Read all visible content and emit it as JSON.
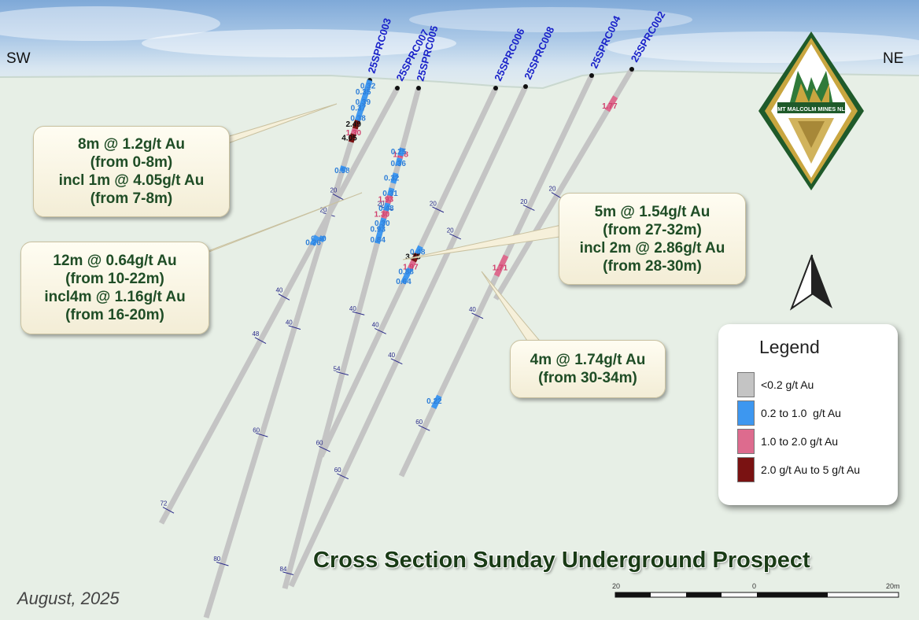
{
  "title": "Cross Section Sunday Underground Prospect",
  "date": "August, 2025",
  "directions": {
    "left": "SW",
    "right": "NE"
  },
  "logo": {
    "text": "MT MALCOLM MINES NL",
    "colors": [
      "#1f5a2a",
      "#c9a640"
    ]
  },
  "legend": {
    "title": "Legend",
    "items": [
      {
        "label": "<0.2 g/t Au",
        "color": "#c4c4c4"
      },
      {
        "label": "0.2 to 1.0  g/t Au",
        "color": "#3d97f0"
      },
      {
        "label": "1.0 to 2.0 g/t Au",
        "color": "#dd6b8e"
      },
      {
        "label": "2.0 g/t Au to 5 g/t Au",
        "color": "#7a1212"
      }
    ]
  },
  "callouts": [
    {
      "id": "c1",
      "lines": [
        "8m @ 1.2g/t Au",
        "(from 0-8m)",
        "incl 1m @ 4.05g/t Au",
        "(from 7-8m)"
      ]
    },
    {
      "id": "c2",
      "lines": [
        "12m @ 0.64g/t Au",
        "(from 10-22m)",
        "incl4m @ 1.16g/t Au",
        "(from 16-20m)"
      ]
    },
    {
      "id": "c3",
      "lines": [
        "5m @ 1.54g/t Au",
        "(from 27-32m)",
        "incl 2m @ 2.86g/t Au",
        "(from 28-30m)"
      ]
    },
    {
      "id": "c4",
      "lines": [
        "4m @ 1.74g/t Au",
        "(from 30-34m)"
      ]
    }
  ],
  "scale_bar": {
    "labels": [
      "20",
      "0",
      "20m"
    ]
  },
  "holes": [
    {
      "name": "25SPRC003",
      "ticks": [
        "20",
        "40",
        "60",
        "80"
      ],
      "assays": [
        {
          "value": "0.32",
          "grade": "blue"
        },
        {
          "value": "0.35",
          "grade": "blue"
        },
        {
          "value": "0.39",
          "grade": "blue"
        },
        {
          "value": "0.37",
          "grade": "blue"
        },
        {
          "value": "0.38",
          "grade": "blue"
        },
        {
          "value": "2.49",
          "grade": "dark"
        },
        {
          "value": "1.30",
          "grade": "pink"
        },
        {
          "value": "4.05",
          "grade": "dark"
        },
        {
          "value": "0.58",
          "grade": "blue"
        },
        {
          "value": "0.50",
          "grade": "blue"
        }
      ]
    },
    {
      "name": "25SPRC007",
      "ticks": [
        "20",
        "40",
        "48",
        "72"
      ],
      "assays": [
        {
          "value": "0.26",
          "grade": "blue"
        }
      ]
    },
    {
      "name": "25SPRC005",
      "ticks": [
        "20",
        "40",
        "54",
        "84"
      ],
      "assays": [
        {
          "value": "1.98",
          "grade": "pink"
        },
        {
          "value": "0.25",
          "grade": "blue"
        },
        {
          "value": "0.36",
          "grade": "blue"
        },
        {
          "value": "0.32",
          "grade": "blue"
        },
        {
          "value": "0.31",
          "grade": "blue"
        },
        {
          "value": "1.93",
          "grade": "pink"
        },
        {
          "value": "0.48",
          "grade": "blue"
        },
        {
          "value": "1.30",
          "grade": "pink"
        },
        {
          "value": "0.30",
          "grade": "blue"
        },
        {
          "value": "0.93",
          "grade": "blue"
        },
        {
          "value": "0.84",
          "grade": "blue"
        }
      ]
    },
    {
      "name": "25SPRC006",
      "ticks": [
        "20",
        "40",
        "60"
      ],
      "assays": [
        {
          "value": "0.48",
          "grade": "blue"
        },
        {
          "value": "3.75",
          "grade": "dark"
        },
        {
          "value": "1.97",
          "grade": "pink"
        },
        {
          "value": "0.88",
          "grade": "blue"
        },
        {
          "value": "0.64",
          "grade": "blue"
        }
      ]
    },
    {
      "name": "25SPRC008",
      "ticks": [
        "20",
        "40",
        "60"
      ],
      "assays": []
    },
    {
      "name": "25SPRC004",
      "ticks": [
        "20",
        "40",
        "60"
      ],
      "assays": [
        {
          "value": "1.71",
          "grade": "pink"
        },
        {
          "value": "0.22",
          "grade": "blue"
        }
      ]
    },
    {
      "name": "25SPRC002",
      "ticks": [
        "20"
      ],
      "assays": [
        {
          "value": "1.77",
          "grade": "pink"
        }
      ]
    }
  ]
}
